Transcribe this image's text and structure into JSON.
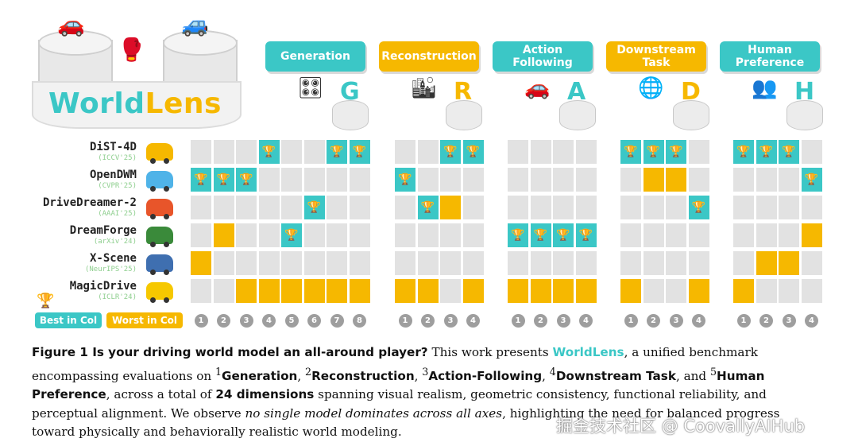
{
  "logo": {
    "part1": "World",
    "part2": "Lens"
  },
  "categories": [
    {
      "label": "Generation",
      "letter": "G",
      "color": "teal"
    },
    {
      "label": "Reconstruction",
      "letter": "R",
      "color": "gold"
    },
    {
      "label": "Action Following",
      "letter": "A",
      "color": "teal"
    },
    {
      "label": "Downstream Task",
      "letter": "D",
      "color": "gold"
    },
    {
      "label": "Human Preference",
      "letter": "H",
      "color": "teal"
    }
  ],
  "models": [
    {
      "name": "DiST-4D",
      "venue": "(ICCV'25)",
      "car_color": "#f6b800"
    },
    {
      "name": "OpenDWM",
      "venue": "(CVPR'25)",
      "car_color": "#4fb3e8"
    },
    {
      "name": "DriveDreamer-2",
      "venue": "(AAAI'25)",
      "car_color": "#e8552a"
    },
    {
      "name": "DreamForge",
      "venue": "(arXiv'24)",
      "car_color": "#3a8a3a"
    },
    {
      "name": "X-Scene",
      "venue": "(NeurIPS'25)",
      "car_color": "#3f6fb0"
    },
    {
      "name": "MagicDrive",
      "venue": "(ICLR'24)",
      "car_color": "#f6c800"
    }
  ],
  "grid": {
    "legend": "b = Best in Col, w = Worst in Col, n = neutral",
    "rows": [
      [
        "nnnbnnbb",
        "nnbb",
        "nnnn",
        "bbbn",
        "bbbn"
      ],
      [
        "bbbnnnnn",
        "bnnn",
        "nnnn",
        "nwwn",
        "nnnb"
      ],
      [
        "nnnnnbnn",
        "nbwn",
        "nnnn",
        "nnnb",
        "nnnn"
      ],
      [
        "nwnnbnnn",
        "nnnn",
        "bbbb",
        "nnnn",
        "nnnw"
      ],
      [
        "wnnnnnnn",
        "nnnn",
        "nnnn",
        "nnnn",
        "nwwn"
      ],
      [
        "nnwwwwww",
        "wwnw",
        "wwww",
        "wnnw",
        "wnnn"
      ]
    ],
    "column_counts": [
      8,
      4,
      4,
      4,
      4
    ]
  },
  "legend": {
    "best": "Best in Col",
    "worst": "Worst in Col"
  },
  "colors": {
    "teal": "#3bc7c6",
    "gold": "#f6b800",
    "neutral": "#e2e2e2"
  },
  "caption": {
    "fig": "Figure 1  Is your driving world model an all-around player?",
    "t1": " This work presents ",
    "wl": "WorldLens",
    "t2": ", a unified benchmark encompassing evaluations on ",
    "s1": "1",
    "c1": "Generation",
    "s2": "2",
    "c2": "Reconstruction",
    "s3": "3",
    "c3": "Action-Following",
    "s4": "4",
    "c4": "Downstream Task",
    "t3": ", and ",
    "s5": "5",
    "c5": "Human Preference",
    "t4": ", across a total of ",
    "dims": "24 dimensions",
    "t5": " spanning visual realism, geometric consistency, functional reliability, and perceptual alignment. We observe ",
    "em": "no single model dominates across all axes",
    "t6": ", highlighting the need for balanced progress toward physically and behaviorally realistic world modeling."
  },
  "watermark": "掘金技术社区 @ CoovallyAIHub"
}
